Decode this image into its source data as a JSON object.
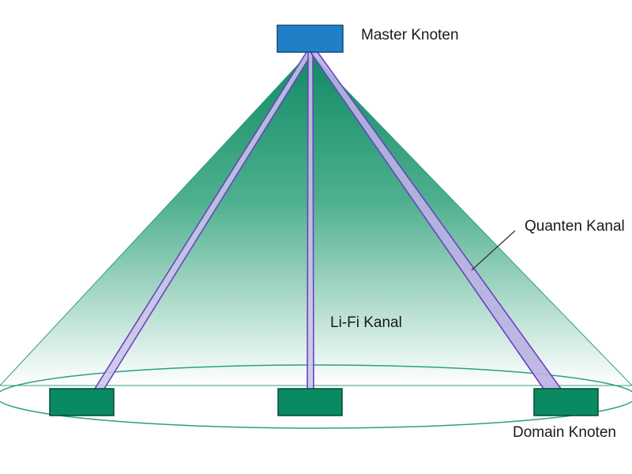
{
  "labels": {
    "master": "Master Knoten",
    "quantum": "Quanten Kanal",
    "lifi": "Li-Fi Kanal",
    "domain": "Domain Knoten"
  },
  "colors": {
    "master_node": "#1f7fc7",
    "domain_node": "#0a8a63",
    "cone_top": "#0f8a63",
    "cone_bottom": "#ffffff",
    "channel_line": "#6e3fc4",
    "ellipse_stroke": "#2e9e86"
  }
}
